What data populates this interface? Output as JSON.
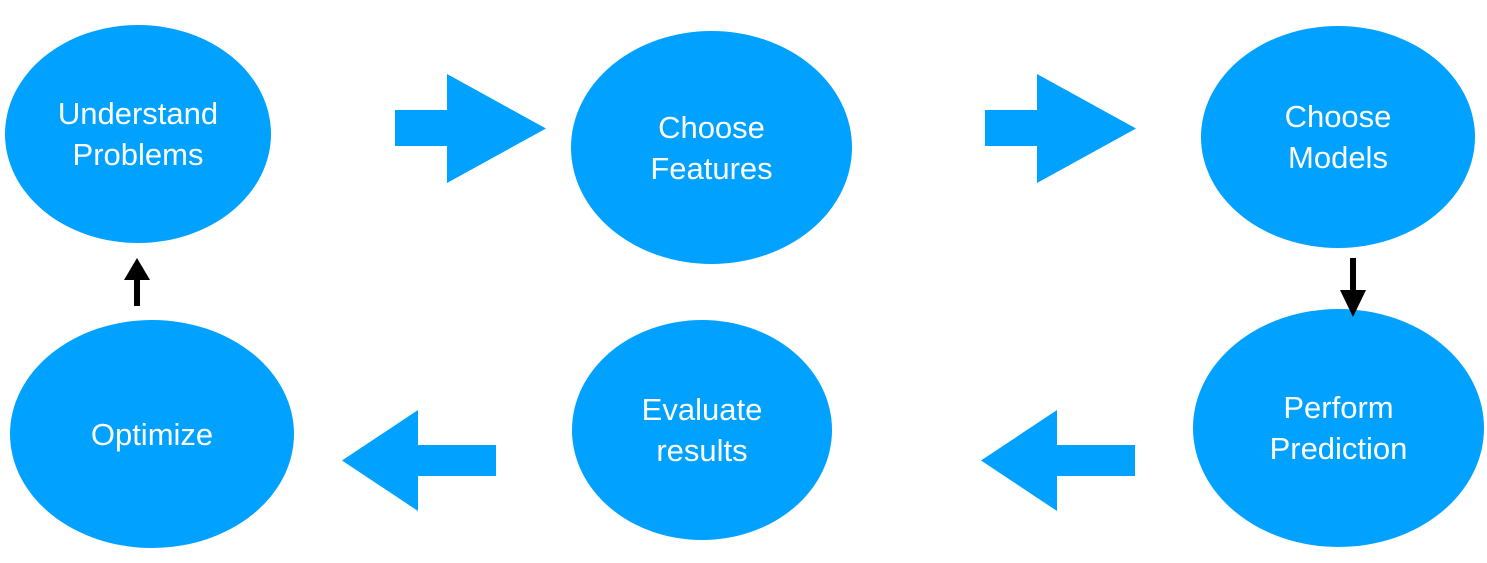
{
  "colors": {
    "node_fill": "#00A1FF",
    "node_text": "#FFFFFF",
    "flow_arrow": "#00A1FF",
    "connector_arrow": "#000000"
  },
  "nodes": [
    {
      "id": "understand-problems",
      "lines": [
        "Understand",
        "Problems"
      ]
    },
    {
      "id": "choose-features",
      "lines": [
        "Choose",
        "Features"
      ]
    },
    {
      "id": "choose-models",
      "lines": [
        "Choose",
        "Models"
      ]
    },
    {
      "id": "perform-prediction",
      "lines": [
        "Perform",
        "Prediction"
      ]
    },
    {
      "id": "evaluate-results",
      "lines": [
        "Evaluate",
        "results"
      ]
    },
    {
      "id": "optimize",
      "lines": [
        "Optimize"
      ]
    }
  ],
  "edges": [
    {
      "from": "understand-problems",
      "to": "choose-features",
      "style": "block-arrow"
    },
    {
      "from": "choose-features",
      "to": "choose-models",
      "style": "block-arrow"
    },
    {
      "from": "choose-models",
      "to": "perform-prediction",
      "style": "thin-arrow"
    },
    {
      "from": "perform-prediction",
      "to": "evaluate-results",
      "style": "block-arrow"
    },
    {
      "from": "evaluate-results",
      "to": "optimize",
      "style": "block-arrow"
    },
    {
      "from": "optimize",
      "to": "understand-problems",
      "style": "thin-arrow"
    }
  ]
}
